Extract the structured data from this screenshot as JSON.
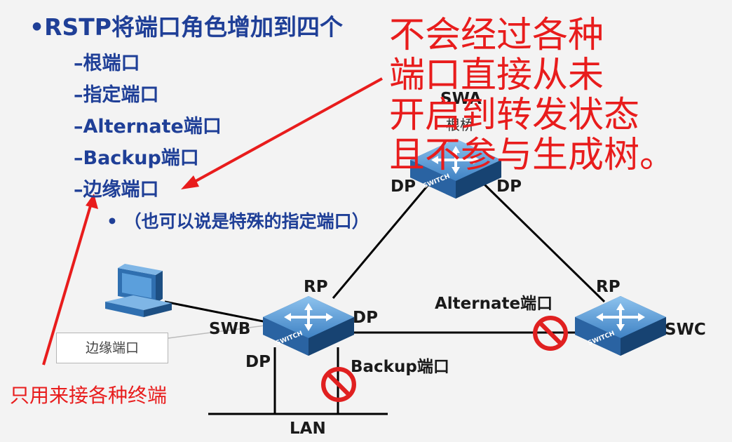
{
  "title": "•RSTP将端口角色增加到四个",
  "bullets": [
    "–根端口",
    "–指定端口",
    "–Alternate端口",
    "–Backup端口",
    "–边缘端口"
  ],
  "sub_bullet": "• （也可以说是特殊的指定端口）",
  "annotation_lines": [
    "不会经过各种",
    "端口直接从未",
    "开启到转发状态",
    "且不参与生成树。"
  ],
  "bottom_annotation": "只用来接各种终端",
  "edge_port_box": "边缘端口",
  "switches": {
    "swa": {
      "name": "SWA",
      "note": "根桥",
      "badge": "SWITCH"
    },
    "swb": {
      "name": "SWB",
      "badge": "SWITCH"
    },
    "swc": {
      "name": "SWC",
      "badge": "SWITCH"
    }
  },
  "port_labels": {
    "swa_left": "DP",
    "swa_right": "DP",
    "swb_top": "RP",
    "swb_right": "DP",
    "swb_bottom": "DP",
    "swc_top": "RP",
    "alternate": "Alternate端口",
    "backup": "Backup端口",
    "lan": "LAN"
  },
  "colors": {
    "title_blue": "#1f3f97",
    "annotation_red": "#e81c1c",
    "switch_blue": "#3f82c4",
    "block_red": "#e02020"
  }
}
